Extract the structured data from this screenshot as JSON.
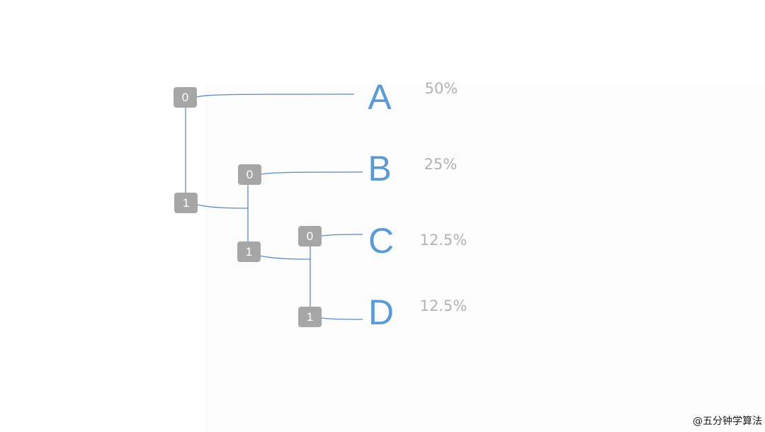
{
  "diagram": {
    "type": "huffman-tree",
    "nodes": [
      {
        "id": "n1",
        "label": "0"
      },
      {
        "id": "n2",
        "label": "1"
      },
      {
        "id": "n3",
        "label": "0"
      },
      {
        "id": "n4",
        "label": "1"
      },
      {
        "id": "n5",
        "label": "0"
      },
      {
        "id": "n6",
        "label": "1"
      }
    ],
    "leaves": [
      {
        "symbol": "A",
        "probability": "50%"
      },
      {
        "symbol": "B",
        "probability": "25%"
      },
      {
        "symbol": "C",
        "probability": "12.5%"
      },
      {
        "symbol": "D",
        "probability": "12.5%"
      }
    ],
    "edges": [
      {
        "from": "n1",
        "to": "A"
      },
      {
        "from": "n1",
        "to": "n2"
      },
      {
        "from": "n2",
        "to": "n3"
      },
      {
        "from": "n3",
        "to": "B"
      },
      {
        "from": "n3",
        "to": "n4"
      },
      {
        "from": "n4",
        "to": "n5"
      },
      {
        "from": "n5",
        "to": "C"
      },
      {
        "from": "n5",
        "to": "n6"
      },
      {
        "from": "n6",
        "to": "D"
      }
    ],
    "colors": {
      "node_fill": "#a6a6a6",
      "edge": "#5b8bc2",
      "leaf_letter": "#5b9bd5",
      "probability": "#b3b3b3"
    }
  },
  "watermark": "@五分钟学算法"
}
